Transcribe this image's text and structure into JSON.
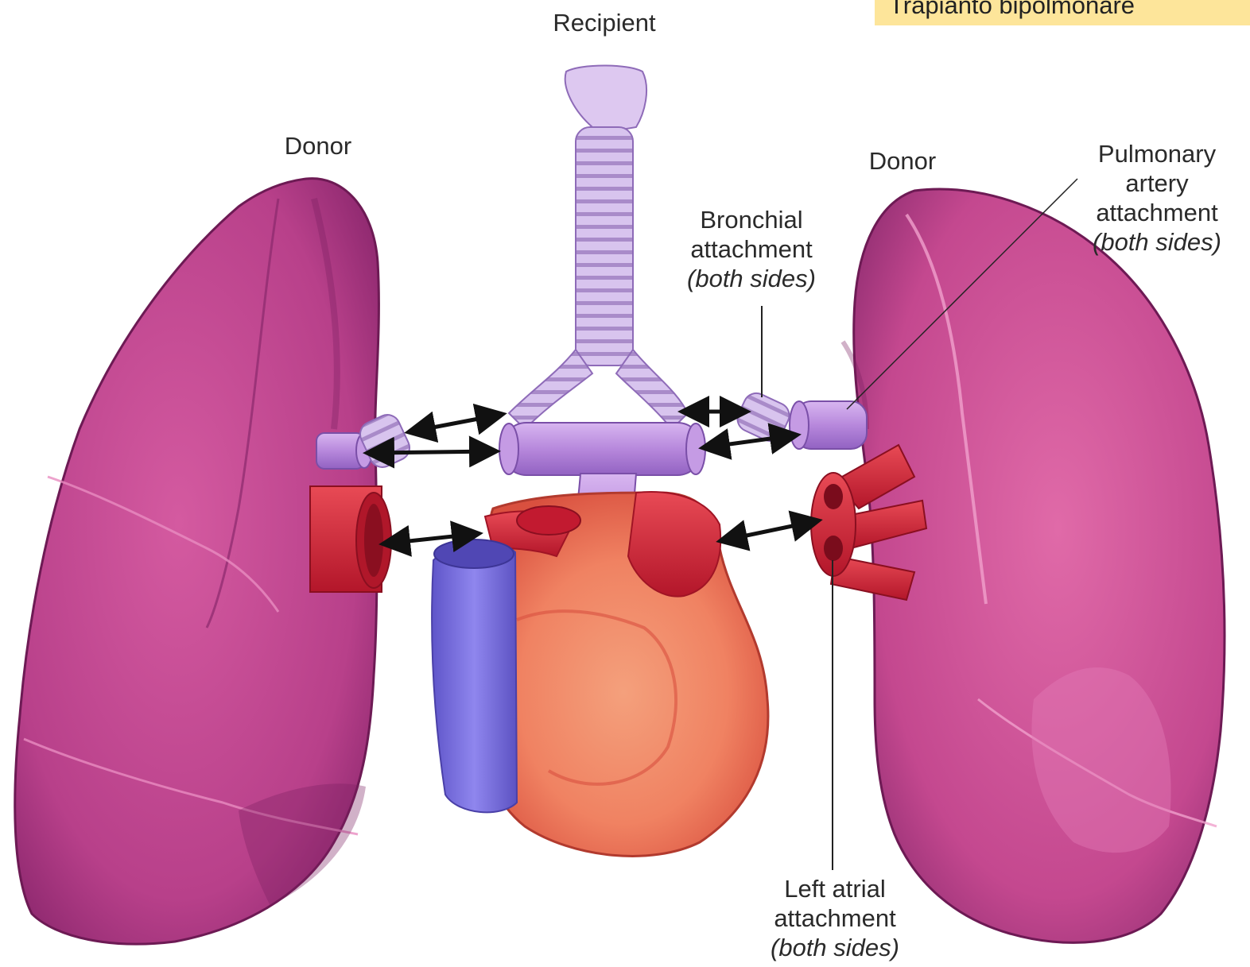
{
  "banner": {
    "text": "Trapianto bipolmonare"
  },
  "labels": {
    "recipient": "Recipient",
    "donor_left": "Donor",
    "donor_right": "Donor",
    "bronchial": {
      "line1": "Bronchial",
      "line2": "attachment",
      "line3": "(both sides)"
    },
    "pulmonary": {
      "line1": "Pulmonary",
      "line2": "artery",
      "line3": "attachment",
      "line4": "(both sides)"
    },
    "left_atrial": {
      "line1": "Left atrial",
      "line2": "attachment",
      "line3": "(both sides)"
    }
  },
  "colors": {
    "lung": "#c2468f",
    "lung_dark": "#8e2a6c",
    "trachea": "#c9a9e6",
    "artery_purple": "#b57fd6",
    "vessel_red": "#d42a3a",
    "vena_cava": "#7b6fe0",
    "heart": "#f2866a"
  }
}
